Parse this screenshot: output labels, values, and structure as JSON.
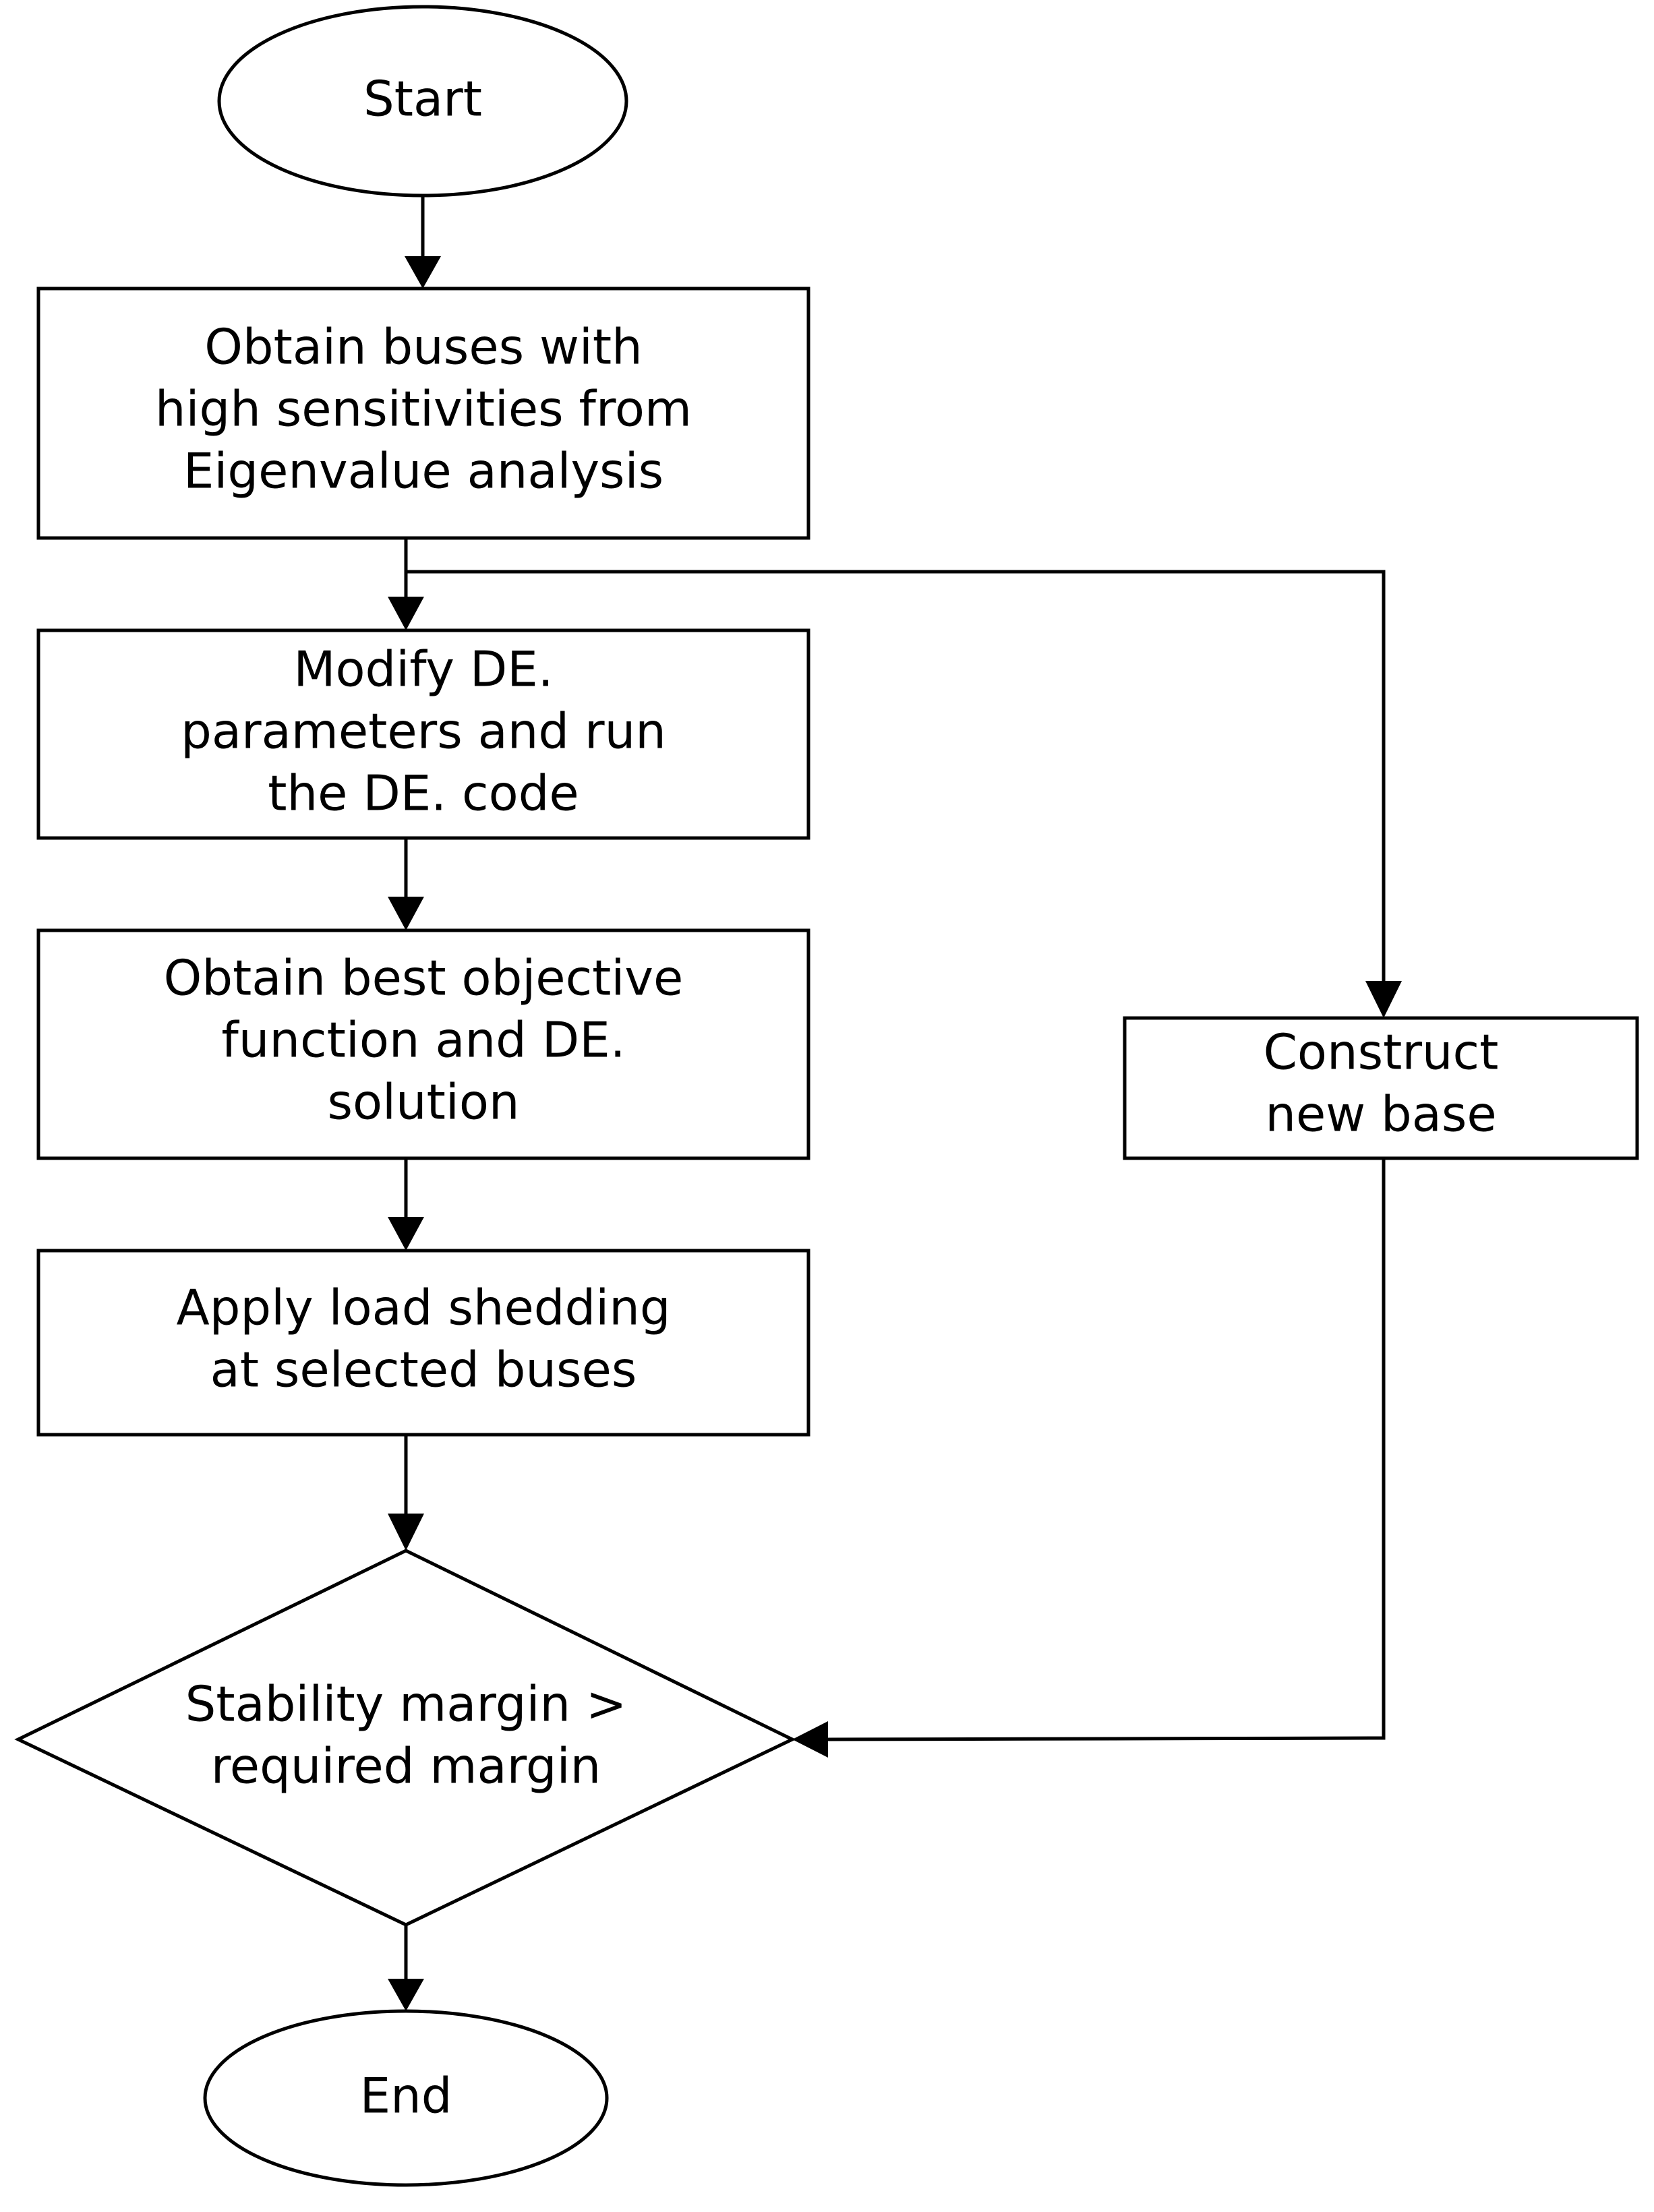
{
  "flowchart": {
    "start": {
      "label": "Start"
    },
    "obtain_buses": {
      "lines": [
        "Obtain buses with",
        "high sensitivities from",
        "Eigenvalue analysis"
      ]
    },
    "modify_de": {
      "lines": [
        "Modify  DE.",
        "parameters and run",
        "the  DE. code"
      ]
    },
    "obtain_best": {
      "lines": [
        "Obtain best objective",
        "function and  DE.",
        "solution"
      ]
    },
    "apply_shedding": {
      "lines": [
        "Apply load shedding",
        "at selected buses"
      ]
    },
    "construct_base": {
      "lines": [
        "Construct",
        "new base"
      ]
    },
    "stability_check": {
      "lines": [
        "Stability margin >",
        "required margin"
      ]
    },
    "end": {
      "label": "End"
    }
  }
}
